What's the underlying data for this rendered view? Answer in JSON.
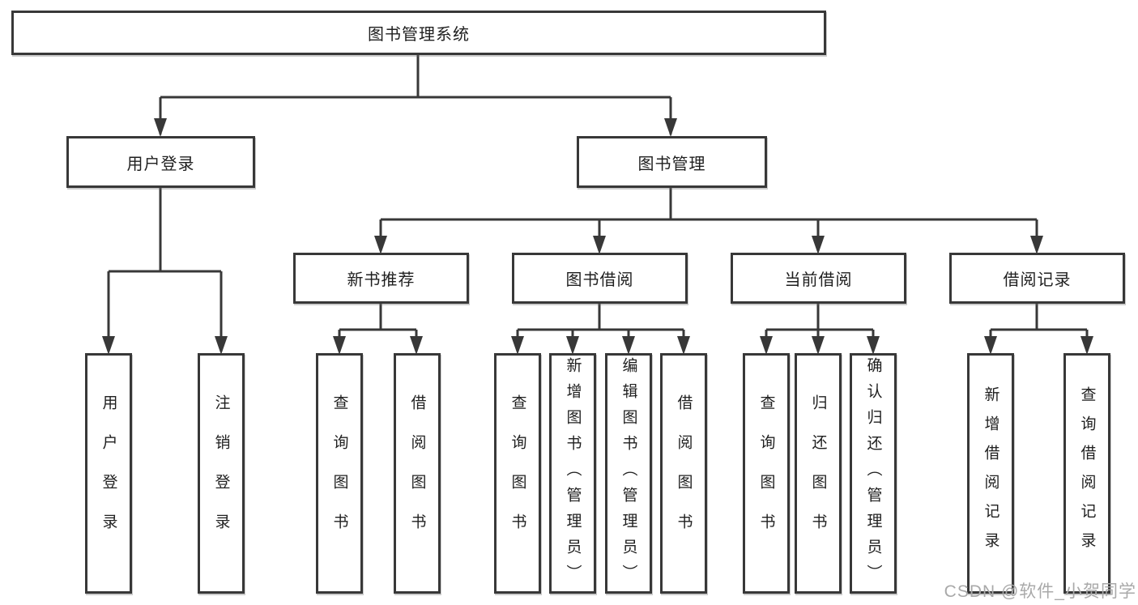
{
  "tree": {
    "label": "图书管理系统",
    "children": [
      {
        "label": "用户登录",
        "children": [
          {
            "label": "用户登录"
          },
          {
            "label": "注销登录"
          }
        ]
      },
      {
        "label": "图书管理",
        "children": [
          {
            "label": "新书推荐",
            "children": [
              {
                "label": "查询图书"
              },
              {
                "label": "借阅图书"
              }
            ]
          },
          {
            "label": "图书借阅",
            "children": [
              {
                "label": "查询图书"
              },
              {
                "label": "新增图书（管理员）"
              },
              {
                "label": "编辑图书（管理员）"
              },
              {
                "label": "借阅图书"
              }
            ]
          },
          {
            "label": "当前借阅",
            "children": [
              {
                "label": "查询图书"
              },
              {
                "label": "归还图书"
              },
              {
                "label": "确认归还（管理员）"
              }
            ]
          },
          {
            "label": "借阅记录",
            "children": [
              {
                "label": "新增借阅记录"
              },
              {
                "label": "查询借阅记录"
              }
            ]
          }
        ]
      }
    ]
  },
  "watermark": {
    "text": "CSDN @软件_小贺同学"
  },
  "colors": {
    "line": "#383838",
    "box_border": "#383838",
    "text": "#1f1f1f",
    "background": "#ffffff",
    "watermark": "#a9a9a9"
  }
}
